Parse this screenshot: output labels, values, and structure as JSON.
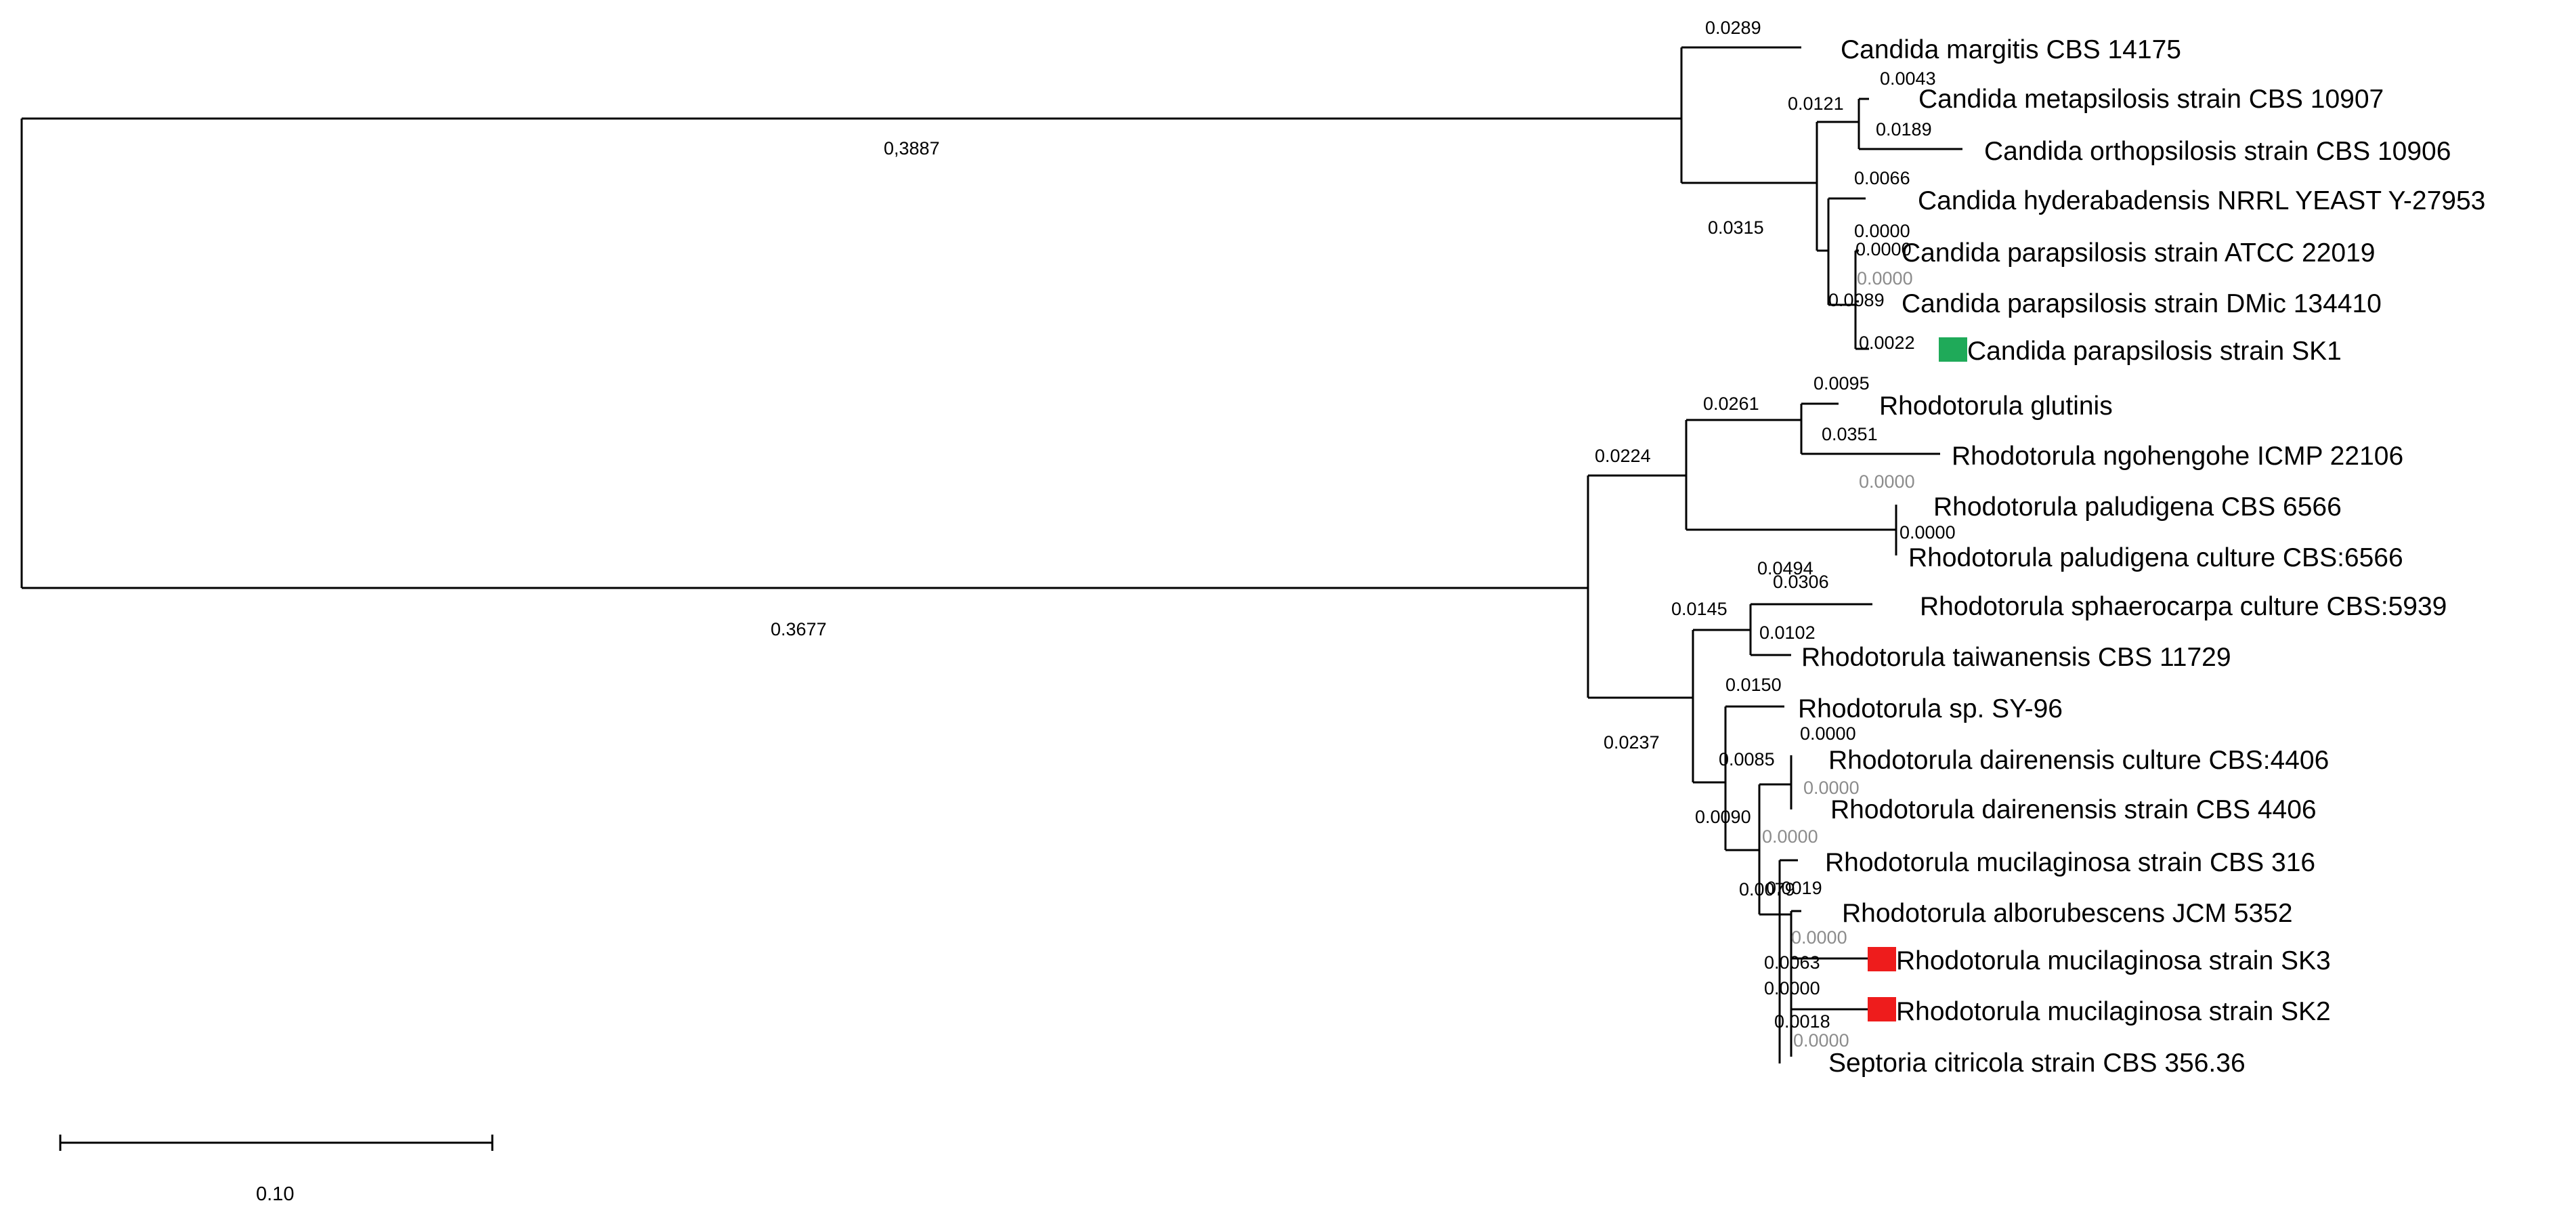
{
  "tree": {
    "leaves": [
      {
        "label": "Candida margitis CBS 14175",
        "branch_length": "0.0289"
      },
      {
        "label": "Candida metapsilosis strain CBS 10907",
        "branch_length": "0.0043"
      },
      {
        "label": "Candida orthopsilosis strain CBS 10906",
        "branch_length": "0.0189"
      },
      {
        "label": "Candida hyderabadensis NRRL YEAST Y-27953",
        "branch_length": "0.0066"
      },
      {
        "label": "Candida parapsilosis strain ATCC 22019",
        "branch_length": "0.0000"
      },
      {
        "label": "Candida parapsilosis strain DMic 134410",
        "branch_length": "0.0000"
      },
      {
        "label": "Candida parapsilosis strain SK1",
        "branch_length": "0.0022",
        "marker": "green"
      },
      {
        "label": "Rhodotorula glutinis",
        "branch_length": "0.0095"
      },
      {
        "label": "Rhodotorula ngohengohe ICMP 22106",
        "branch_length": "0.0351"
      },
      {
        "label": "Rhodotorula paludigena CBS 6566",
        "branch_length": "0.0000"
      },
      {
        "label": "Rhodotorula paludigena culture CBS:6566",
        "branch_length": "0.0000"
      },
      {
        "label": "Rhodotorula sphaerocarpa culture CBS:5939",
        "branch_length": "0.0306"
      },
      {
        "label": "Rhodotorula taiwanensis CBS 11729",
        "branch_length": "0.0102"
      },
      {
        "label": "Rhodotorula sp. SY-96",
        "branch_length": "0.0150"
      },
      {
        "label": "Rhodotorula dairenensis culture CBS:4406",
        "branch_length": "0.0000"
      },
      {
        "label": "Rhodotorula dairenensis strain CBS 4406",
        "branch_length": "0.0000"
      },
      {
        "label": "Rhodotorula mucilaginosa strain CBS 316",
        "branch_length": "0.0000"
      },
      {
        "label": "Rhodotorula alborubescens JCM 5352",
        "branch_length": "0.0019"
      },
      {
        "label": "Rhodotorula mucilaginosa strain SK3",
        "branch_length": "0.0000",
        "marker": "red"
      },
      {
        "label": "Rhodotorula mucilaginosa strain SK2",
        "branch_length": "0.0018",
        "marker": "red"
      },
      {
        "label": "Septoria citricola strain CBS 356.36",
        "branch_length": "0.0000"
      }
    ],
    "internal_branch_lengths": [
      "0,3887",
      "0.3677",
      "0.0315",
      "0.0121",
      "0.0224",
      "0.0237",
      "0.0261",
      "0.0145",
      "0.0494",
      "0.0085",
      "0.0090",
      "0.0079",
      "0.0063",
      "0.0000",
      "0.0089",
      "0.0000"
    ],
    "scale_bar": {
      "label": "0.10",
      "value": 0.1
    }
  },
  "colors": {
    "line": "#000000",
    "faint_label": "#8c8c8c",
    "marker_green": "#1faa59",
    "marker_red": "#ee1c1c"
  }
}
